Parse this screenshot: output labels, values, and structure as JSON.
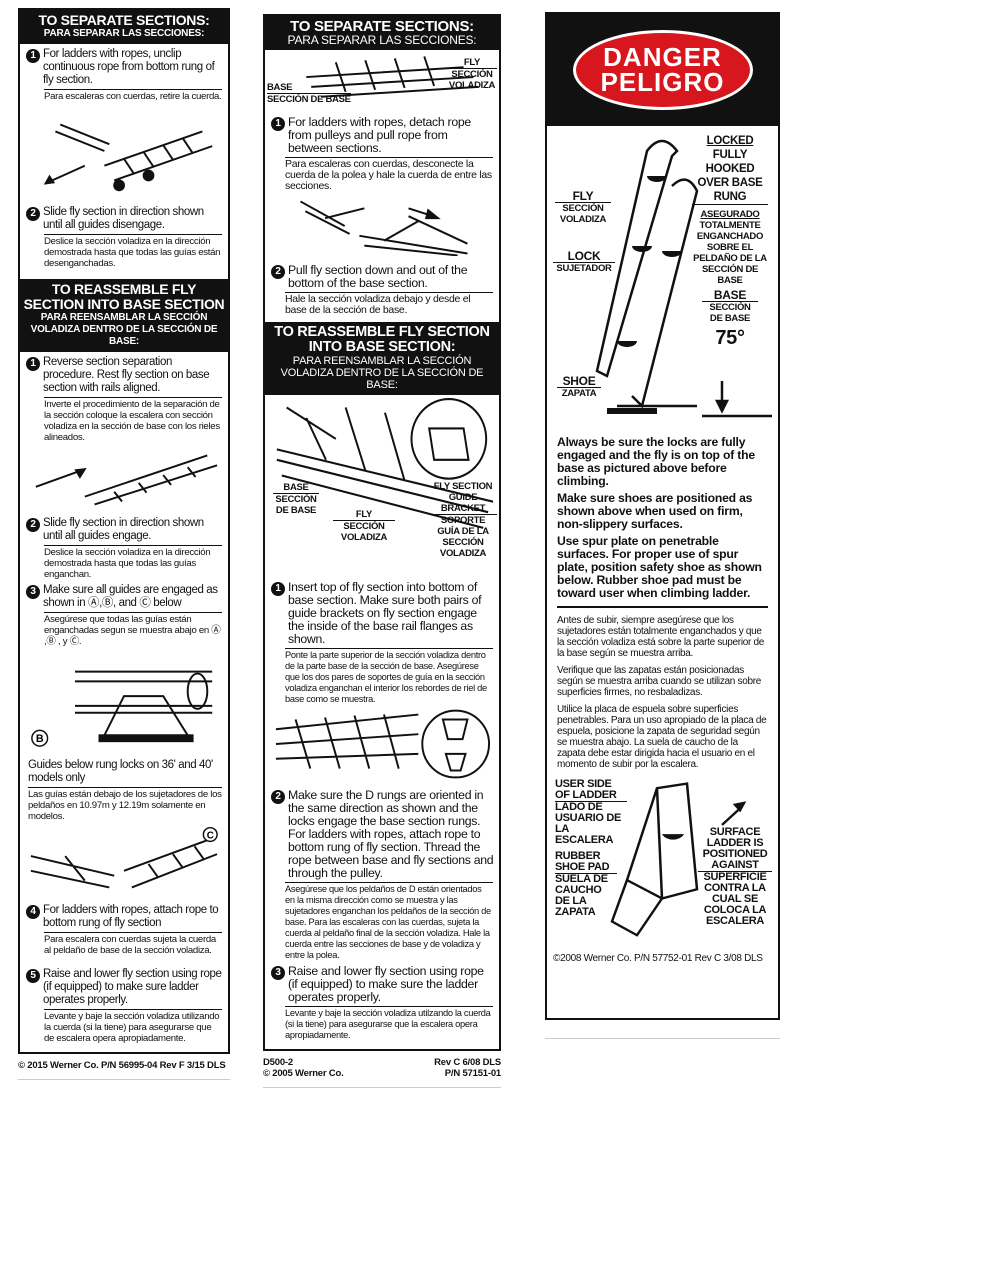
{
  "panel1": {
    "sep_title": "TO SEPARATE SECTIONS:",
    "sep_title_es": "PARA SEPARAR LAS SECCIONES:",
    "sep_steps": [
      {
        "n": "1",
        "en": "For ladders with ropes, unclip continuous rope from bottom rung of fly section.",
        "es": "Para escaleras con cuerdas, retire la cuerda."
      },
      {
        "n": "2",
        "en": "Slide fly section in direction shown until all guides disengage.",
        "es": "Deslice la sección voladiza en la dirección demostrada hasta que todas las guías están desenganchadas."
      }
    ],
    "re_title": "TO REASSEMBLE FLY SECTION INTO BASE SECTION",
    "re_title_es": "PARA REENSAMBLAR LA SECCIÓN VOLADIZA DENTRO DE LA SECCIÓN DE BASE:",
    "re_steps": [
      {
        "n": "1",
        "en": "Reverse section separation procedure. Rest fly section on base section with rails aligned.",
        "es": "Inverte el procedimiento de la separación de la sección coloque la escalera con sección voladiza en la sección de base con los rieles alineados."
      },
      {
        "n": "2",
        "en": "Slide fly section in direction shown until all guides engage.",
        "es": "Deslice la sección voladiza en la dirección demostrada hasta que todas las guías enganchan."
      },
      {
        "n": "3",
        "en": "Make sure all guides are engaged as shown in Ⓐ,Ⓑ, and Ⓒ below",
        "es": "Asegúrese que todas las guías están enganchadas segun se muestra abajo en Ⓐ ,Ⓑ , y Ⓒ."
      },
      {
        "n": "4",
        "en": "For ladders with ropes, attach rope to bottom rung of fly section",
        "es": "Para escalera con cuerdas sujeta la cuerda al peldaño de base de la sección voladiza."
      },
      {
        "n": "5",
        "en": "Raise and lower fly section using rope (if equipped) to make sure ladder operates properly.",
        "es": "Levante y baje la sección voladiza utilizando la cuerda (si la tiene) para asegurarse que de escalera opera apropiadamente."
      }
    ],
    "label_b": "B",
    "label_c": "C",
    "guides_note": "Guides below rung locks on 36' and 40' models only",
    "guides_note_es": "Las guías están debajo de los sujetadores de los peldaños en 10.97m y 12.19m solamente en modelos.",
    "footer": "© 2015 Werner Co.   P/N 56995-04  Rev F 3/15 DLS"
  },
  "panel2": {
    "sep_title": "TO SEPARATE SECTIONS:",
    "sep_title_es": "PARA SEPARAR LAS SECCIONES:",
    "labels": {
      "base": "BASE",
      "base_es": "SECCIÓN DE BASE",
      "fly": "FLY",
      "fly_es": "SECCIÓN VOLADIZA",
      "bracket": "FLY SECTION GUIDE BRACKET",
      "bracket_es": "SOPORTE GUÍA DE LA SECCIÓN VOLADIZA"
    },
    "sep_steps": [
      {
        "n": "1",
        "en": "For ladders with ropes, detach rope from pulleys and pull rope from between sections.",
        "es": "Para escaleras con cuerdas, desconecte la cuerda de la polea y hale la cuerda de entre las secciones."
      },
      {
        "n": "2",
        "en": "Pull fly section down and out of the bottom of the base section.",
        "es": "Hale la sección voladiza debajo y desde el base de la sección de base."
      }
    ],
    "re_title": "TO REASSEMBLE FLY SECTION INTO BASE SECTION:",
    "re_title_es": "PARA REENSAMBLAR LA SECCIÓN VOLADIZA DENTRO DE LA SECCIÓN DE BASE:",
    "re_steps": [
      {
        "n": "1",
        "en": "Insert top of fly section into bottom of base section. Make sure both pairs of guide brackets on fly section engage the inside of the base rail flanges as shown.",
        "es": "Ponte la parte superior de la sección voladiza dentro de la parte base de la sección de base. Asegúrese que los dos pares de soportes de guía en la sección voladiza enganchan el interior los rebordes de riel de base como se muestra."
      },
      {
        "n": "2",
        "en": "Make sure the D rungs are oriented in the same direction as shown and the locks engage the base section rungs. For ladders with ropes, attach rope to bottom rung of fly section. Thread the rope between base and fly sections and through the pulley.",
        "es": "Asegúrese que los peldaños de D están orientados en la misma dirección como se muestra y las sujetadores enganchan los peldaños de la sección de base. Para las escaleras con las cuerdas, sujeta la cuerda al peldaño final de la sección voladiza. Hale la cuerda entre las secciones de base y de voladiza y entre la polea."
      },
      {
        "n": "3",
        "en": "Raise and lower fly section using rope (if equipped) to make sure the ladder operates properly.",
        "es": "Levante y baje la sección voladiza utilzando la cuerda (si la tiene) para asegurarse que la escalera opera apropiadamente."
      }
    ],
    "footer_left1": "D500-2",
    "footer_left2": "© 2005 Werner Co.",
    "footer_right1": "Rev C 6/08 DLS",
    "footer_right2": "P/N 57151-01"
  },
  "panel3": {
    "danger": "DANGER",
    "peligro": "PELIGRO",
    "danger_color": "#d7161d",
    "labels": {
      "locked": "LOCKED",
      "locked_desc": "FULLY HOOKED OVER BASE RUNG",
      "locked_es": "ASEGURADO",
      "locked_es_desc": "TOTALMENTE ENGANCHADO SOBRE EL PELDAÑO DE LA SECCIÓN DE BASE",
      "fly": "FLY",
      "fly_es": "SECCIÓN VOLADIZA",
      "lock": "LOCK",
      "lock_es": "SUJETADOR",
      "base": "BASE",
      "base_es": "SECCIÓN DE BASE",
      "angle": "75°",
      "shoe": "SHOE",
      "shoe_es": "ZAPATA",
      "user_side": "USER SIDE OF LADDER",
      "user_side_es": "LADO DE USUARIO DE LA ESCALERA",
      "rubber": "RUBBER SHOE PAD",
      "rubber_es": "SUELA DE CAUCHO DE LA ZAPATA",
      "surface": "SURFACE LADDER IS POSITIONED AGAINST",
      "surface_es": "SUPERFICIE CONTRA LA CUAL SE COLOCA LA ESCALERA"
    },
    "warnings_en": [
      "Always be sure the locks are fully engaged and the fly is on top of the base as pictured above before climbing.",
      "Make sure shoes are positioned as shown above when used on firm, non-slippery surfaces.",
      "Use spur plate on penetrable surfaces. For proper use of spur plate, position safety shoe as shown below. Rubber shoe pad must be toward user when climbing ladder."
    ],
    "warnings_es": [
      "Antes de subir, siempre asegúrese que los sujetadores están totalmente enganchados y que la sección voladiza está sobre la parte superior de la base según se muestra arriba.",
      "Verifique que las zapatas están posicionadas según se muestra arriba cuando se utilizan sobre superficies firmes, no resbaladizas.",
      "Utilice la placa de espuela sobre superficies penetrables. Para un uso apropiado de la placa de espuela, posicione la zapata de seguridad según se muestra abajo. La suela de caucho de la zapata debe estar dirigida hacia el usuario en el momento de subir por la escalera."
    ],
    "footer": "©2008 Werner Co.  P/N 57752-01 Rev C 3/08  DLS"
  }
}
